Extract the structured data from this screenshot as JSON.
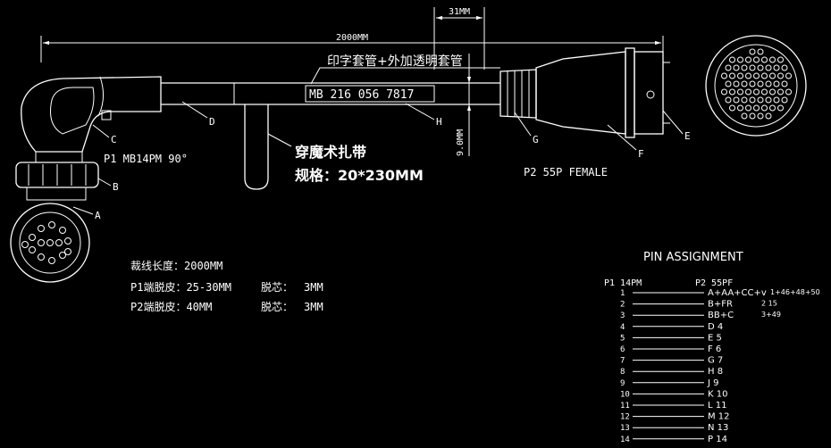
{
  "dims": {
    "overall": "2000MM",
    "strip": "31MM",
    "diameter": "9.0MM"
  },
  "labels": {
    "sleeve_note": "印字套管+外加透明套管",
    "sleeve_text": "MB 216 056 7817",
    "tie_name": "穿魔术扎带",
    "tie_spec": "规格：20*230MM",
    "p1": "P1 MB14PM 90°",
    "p2": "P2 55P FEMALE"
  },
  "callouts": [
    "A",
    "B",
    "C",
    "D",
    "E",
    "F",
    "G",
    "H"
  ],
  "specs": {
    "line1": "裁线长度：2000MM",
    "line2_a": "P1端脱皮：25-30MM",
    "line2_b": "脱芯：",
    "line2_c": "3MM",
    "line3_a": "P2端脱皮：40MM",
    "line3_b": "脱芯：",
    "line3_c": "3MM"
  },
  "pin": {
    "title": "PIN ASSIGNMENT",
    "col1": "P1 14PM",
    "col2": "P2 55PF",
    "rows": [
      {
        "n": "1",
        "v": "A+AA+CC+v",
        "x": "1+46+48+50"
      },
      {
        "n": "2",
        "v": "B+FR",
        "x": "2 15"
      },
      {
        "n": "3",
        "v": "BB+C",
        "x": "3+49"
      },
      {
        "n": "4",
        "v": "D 4",
        "x": ""
      },
      {
        "n": "5",
        "v": "E 5",
        "x": ""
      },
      {
        "n": "6",
        "v": "F 6",
        "x": ""
      },
      {
        "n": "7",
        "v": "G 7",
        "x": ""
      },
      {
        "n": "8",
        "v": "H 8",
        "x": ""
      },
      {
        "n": "9",
        "v": "J 9",
        "x": ""
      },
      {
        "n": "10",
        "v": "K 10",
        "x": ""
      },
      {
        "n": "11",
        "v": "L 11",
        "x": ""
      },
      {
        "n": "12",
        "v": "M 12",
        "x": ""
      },
      {
        "n": "13",
        "v": "N 13",
        "x": ""
      },
      {
        "n": "14",
        "v": "P 14",
        "x": ""
      }
    ]
  }
}
